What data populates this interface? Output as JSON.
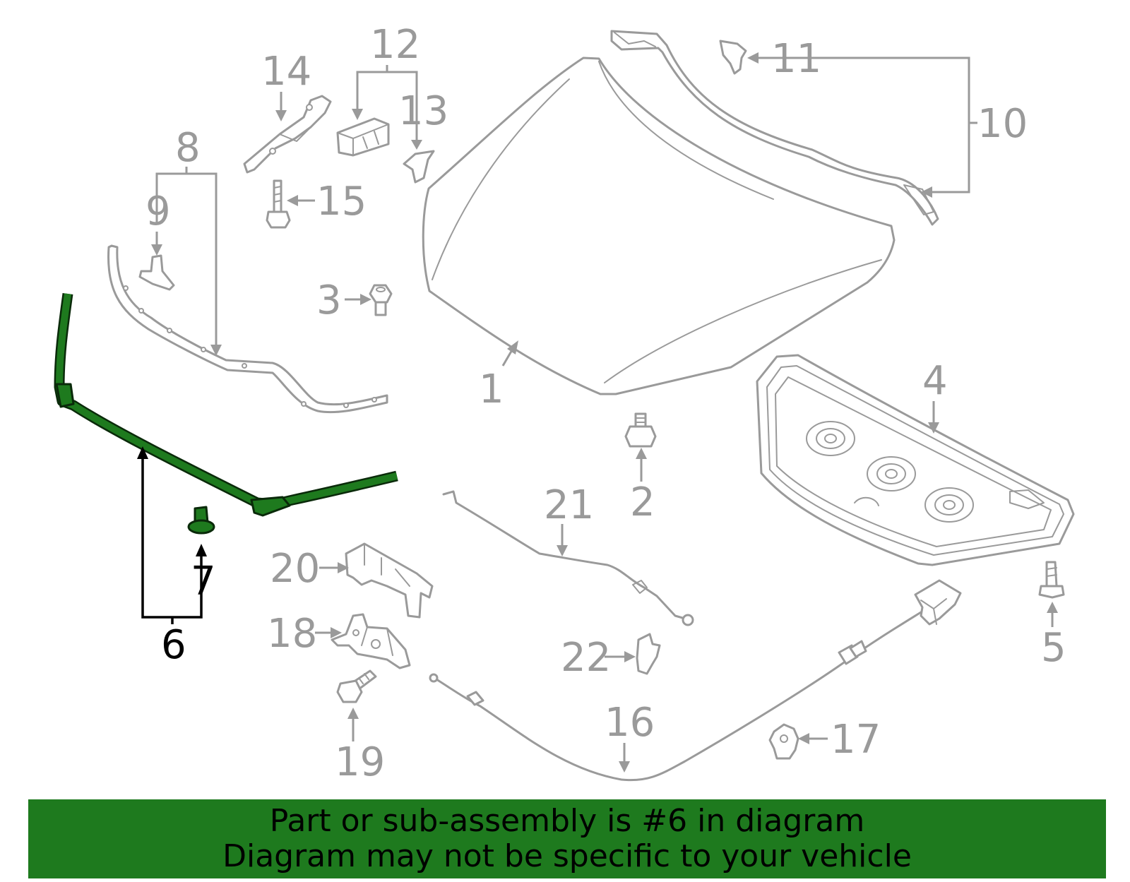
{
  "callouts": {
    "c1": "1",
    "c2": "2",
    "c3": "3",
    "c4": "4",
    "c5": "5",
    "c6": "6",
    "c7": "7",
    "c8": "8",
    "c9": "9",
    "c10": "10",
    "c11": "11",
    "c12": "12",
    "c13": "13",
    "c14": "14",
    "c15": "15",
    "c16": "16",
    "c17": "17",
    "c18": "18",
    "c19": "19",
    "c20": "20",
    "c21": "21",
    "c22": "22"
  },
  "highlighted_part": "6",
  "banner": {
    "line1": "Part or sub-assembly is #6 in diagram",
    "line2": "Diagram may not be specific to your vehicle"
  },
  "colors": {
    "part_stroke": "#9a9a9a",
    "highlight_fill": "#1e7a1e",
    "highlight_text": "#000000",
    "banner_background": "#1e7a1e"
  }
}
